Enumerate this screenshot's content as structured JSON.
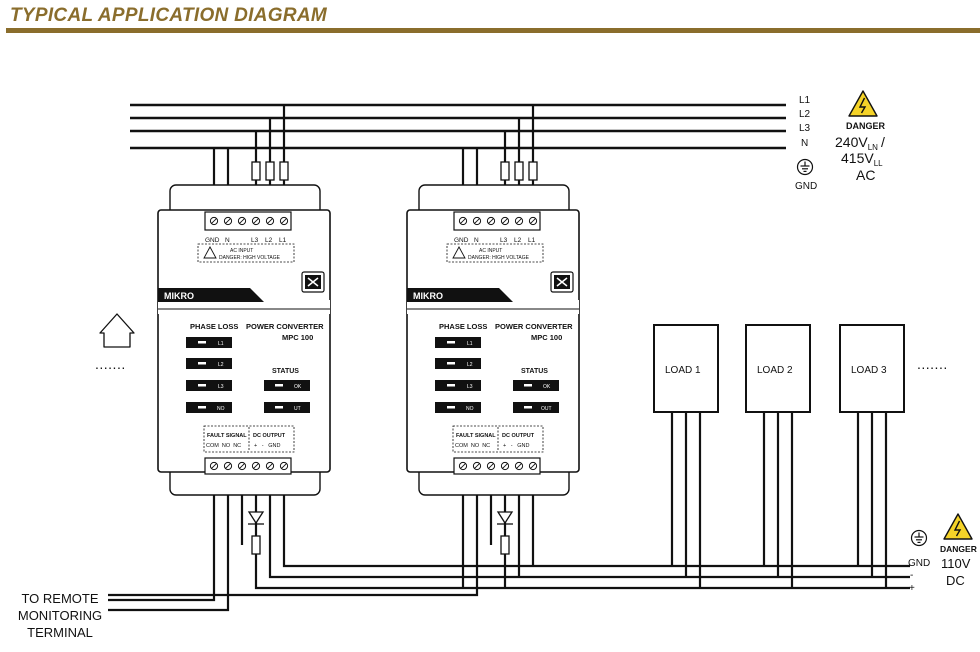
{
  "header": {
    "title": "TYPICAL APPLICATION DIAGRAM",
    "rule_color": "#8a6d2c"
  },
  "supply": {
    "lines": [
      "L1",
      "L2",
      "L3",
      "N"
    ],
    "gnd_label": "GND",
    "danger_label": "DANGER",
    "voltage_ln": "240V",
    "ln_sub": "LN",
    "slash": "/",
    "voltage_ll": "415V",
    "ll_sub": "LL",
    "ac": "AC"
  },
  "converters": [
    {
      "terminals_top": [
        "GND",
        "N",
        "L3",
        "L2",
        "L1"
      ],
      "ac_input": "AC INPUT",
      "danger_hv": "DANGER: HIGH VOLTAGE",
      "brand": "MIKRO",
      "phase_loss_title": "PHASE LOSS",
      "product_title": "POWER CONVERTER",
      "model": "MPC 100",
      "phase_leds": [
        "L1",
        "L2",
        "L3",
        "NO"
      ],
      "status_title": "STATUS",
      "status_leds": [
        "OK",
        "UT"
      ],
      "fault_signal": "FAULT SIGNAL",
      "fault_terms": "COM  NO  NC",
      "dc_output": "DC OUTPUT",
      "dc_terms": "+   -   GND"
    },
    {
      "terminals_top": [
        "GND",
        "N",
        "L3",
        "L2",
        "L1"
      ],
      "ac_input": "AC INPUT",
      "danger_hv": "DANGER: HIGH VOLTAGE",
      "brand": "MIKRO",
      "phase_loss_title": "PHASE LOSS",
      "product_title": "POWER CONVERTER",
      "model": "MPC 100",
      "phase_leds": [
        "L1",
        "L2",
        "L3",
        "NO"
      ],
      "status_title": "STATUS",
      "status_leds": [
        "OK",
        "OUT"
      ],
      "fault_signal": "FAULT SIGNAL",
      "fault_terms": "COM  NO  NC",
      "dc_output": "DC OUTPUT",
      "dc_terms": "+   -   GND"
    }
  ],
  "loads": [
    "LOAD 1",
    "LOAD 2",
    "LOAD 3"
  ],
  "dc_bus": {
    "labels": [
      "GND",
      "-",
      "+"
    ],
    "danger_label": "DANGER",
    "voltage": "110V",
    "dc": "DC"
  },
  "remote": {
    "lines": [
      "TO REMOTE",
      "MONITORING",
      "TERMINAL"
    ]
  },
  "continuation": "......."
}
